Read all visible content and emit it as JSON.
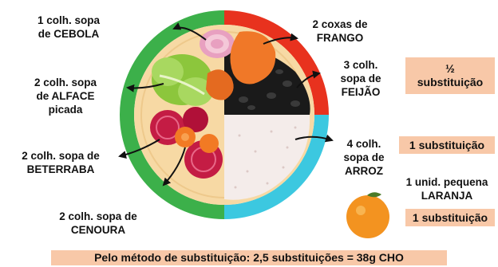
{
  "labels": {
    "cebola": [
      "1 colh. sopa",
      "de CEBOLA"
    ],
    "alface": [
      "2 colh. sopa",
      "de ALFACE",
      "picada"
    ],
    "beterraba": [
      "2 colh. sopa de",
      "BETERRABA"
    ],
    "cenoura": [
      "2 colh. sopa de",
      "CENOURA"
    ],
    "frango": [
      "2 coxas de",
      "FRANGO"
    ],
    "feijao": [
      "3 colh.",
      "sopa de",
      "FEIJÃO"
    ],
    "arroz": [
      "4 colh.",
      "sopa de",
      "ARROZ"
    ],
    "laranja": [
      "1 unid. pequena",
      "LARANJA"
    ]
  },
  "substitutions": {
    "feijao": [
      "½",
      "substituição"
    ],
    "arroz": "1 substituição",
    "laranja": "1 substituição"
  },
  "summary": "Pelo método de substituição: 2,5 substituições = 38g CHO",
  "colors": {
    "ring_green": "#3cb04a",
    "ring_red": "#e8321e",
    "ring_cyan": "#3cc8e0",
    "plate": "#f7d9a4",
    "chicken": "#f07828",
    "beans": "#1a1a1a",
    "rice": "#f4ecea",
    "beet": "#c41c44",
    "lettuce": "#8cc63c",
    "carrot": "#f27a24",
    "orange": "#f39320",
    "box": "#f8c8a8"
  }
}
